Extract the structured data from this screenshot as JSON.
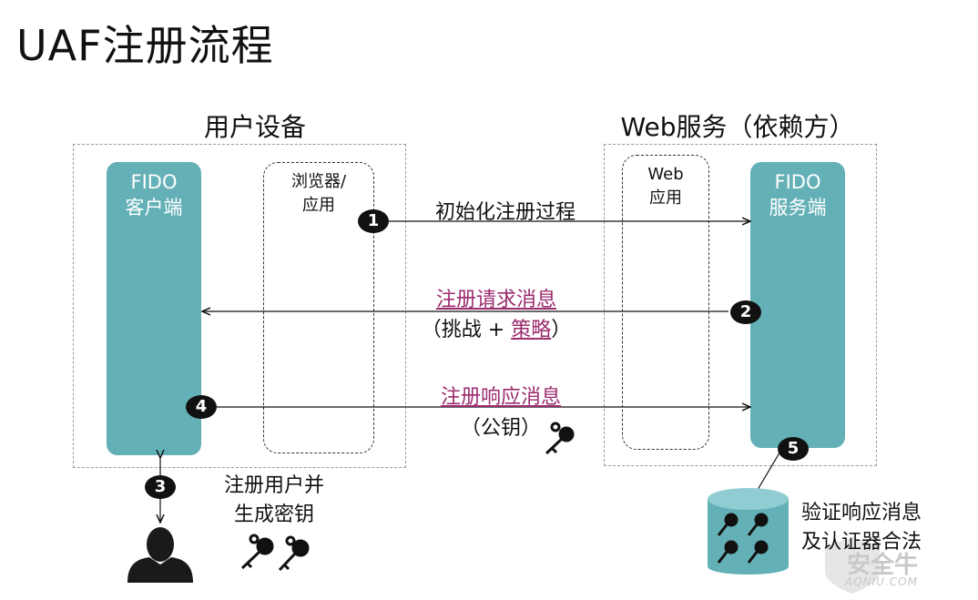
{
  "title": "UAF注册流程",
  "user_device": {
    "heading": "用户设备",
    "client_label_line1": "FIDO",
    "client_label_line2": "客户端",
    "browser_label_line1": "浏览器/",
    "browser_label_line2": "应用"
  },
  "web_service": {
    "heading": "Web服务（依赖方）",
    "webapp_label_line1": "Web",
    "webapp_label_line2": "应用",
    "server_label_line1": "FIDO",
    "server_label_line2": "服务端"
  },
  "messages": {
    "step1": "初始化注册过程",
    "step2_link": "注册请求消息",
    "step2_paren_open": "（挑战 + ",
    "step2_policy": "策略",
    "step2_paren_close": "）",
    "step4_link": "注册响应消息",
    "step4_sub": "（公钥）"
  },
  "steps": [
    "1",
    "2",
    "3",
    "4",
    "5"
  ],
  "captions": {
    "user_line1": "注册用户并",
    "user_line2": "生成密钥",
    "server_line1": "验证响应消息",
    "server_line2": "及认证器合法"
  },
  "watermark": {
    "text": "安全牛",
    "sub": "AQNIU.COM"
  },
  "colors": {
    "pillar": "#64b0b7",
    "link": "#9b2c6e",
    "badge": "#111111",
    "database": "#64b0b7"
  },
  "icons": [
    "user-icon",
    "key-icon",
    "database-icon"
  ]
}
